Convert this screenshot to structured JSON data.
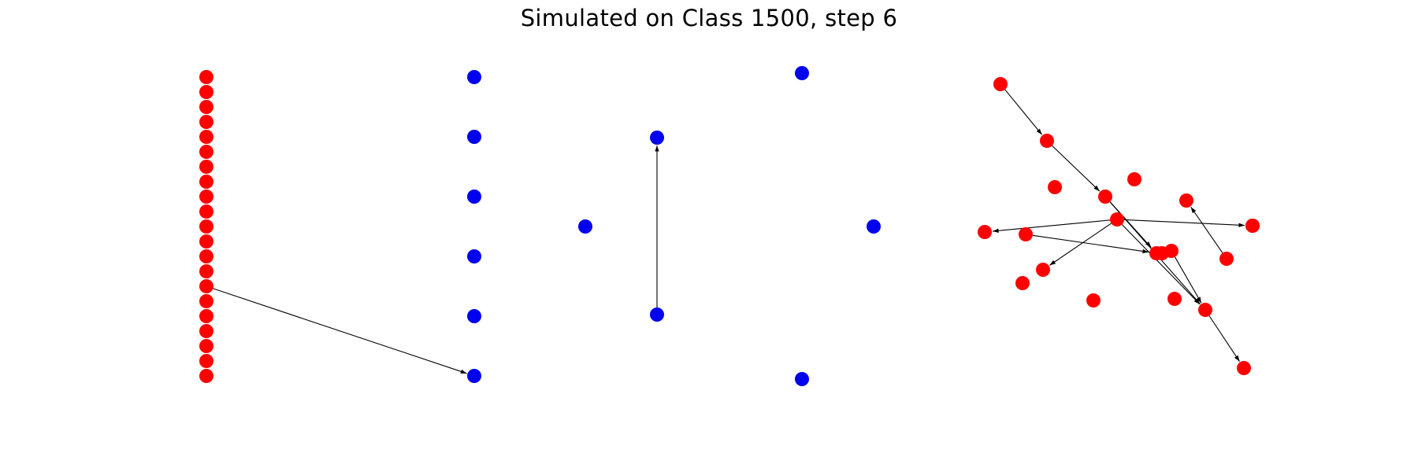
{
  "title": "Simulated on Class 1500, step 6",
  "colors": {
    "red": "#ff0000",
    "blue": "#0000ee",
    "edge": "#000000"
  },
  "nodes": [
    {
      "id": "r0",
      "color": "red"
    },
    {
      "id": "r1",
      "color": "red"
    },
    {
      "id": "r2",
      "color": "red"
    },
    {
      "id": "r3",
      "color": "red"
    },
    {
      "id": "r4",
      "color": "red"
    },
    {
      "id": "r5",
      "color": "red"
    },
    {
      "id": "r6",
      "color": "red"
    },
    {
      "id": "r7",
      "color": "red"
    },
    {
      "id": "r8",
      "color": "red"
    },
    {
      "id": "r9",
      "color": "red"
    },
    {
      "id": "r10",
      "color": "red"
    },
    {
      "id": "r11",
      "color": "red"
    },
    {
      "id": "r12",
      "color": "red"
    },
    {
      "id": "r13",
      "color": "red"
    },
    {
      "id": "r14",
      "color": "red"
    },
    {
      "id": "r15",
      "color": "red"
    },
    {
      "id": "r16",
      "color": "red"
    },
    {
      "id": "r17",
      "color": "red"
    },
    {
      "id": "r18",
      "color": "red"
    },
    {
      "id": "r19",
      "color": "red"
    },
    {
      "id": "r20",
      "color": "red"
    },
    {
      "id": "b0",
      "color": "blue"
    },
    {
      "id": "b1",
      "color": "blue"
    },
    {
      "id": "b2",
      "color": "blue"
    },
    {
      "id": "b3",
      "color": "blue"
    },
    {
      "id": "b4",
      "color": "blue"
    },
    {
      "id": "b5",
      "color": "blue"
    },
    {
      "id": "c0",
      "color": "blue"
    },
    {
      "id": "c1",
      "color": "blue"
    },
    {
      "id": "c2",
      "color": "blue"
    },
    {
      "id": "d0",
      "color": "blue"
    },
    {
      "id": "d1",
      "color": "blue"
    },
    {
      "id": "d2",
      "color": "blue"
    },
    {
      "id": "g0",
      "color": "red"
    },
    {
      "id": "g1",
      "color": "red"
    },
    {
      "id": "g2",
      "color": "red"
    },
    {
      "id": "g3",
      "color": "red"
    },
    {
      "id": "g4",
      "color": "red"
    },
    {
      "id": "g5",
      "color": "red"
    },
    {
      "id": "g6",
      "color": "red"
    },
    {
      "id": "g7",
      "color": "red"
    },
    {
      "id": "g8",
      "color": "red"
    },
    {
      "id": "g9",
      "color": "red"
    },
    {
      "id": "g10",
      "color": "red"
    },
    {
      "id": "g11",
      "color": "red"
    },
    {
      "id": "g12",
      "color": "red"
    },
    {
      "id": "g13",
      "color": "red"
    },
    {
      "id": "g14",
      "color": "red"
    },
    {
      "id": "g15",
      "color": "red"
    },
    {
      "id": "g16",
      "color": "red"
    },
    {
      "id": "g17",
      "color": "red"
    },
    {
      "id": "g18",
      "color": "red"
    },
    {
      "id": "g19",
      "color": "red"
    },
    {
      "id": "g20",
      "color": "red"
    }
  ],
  "edges": [
    {
      "from": "r14",
      "to": "b5"
    },
    {
      "from": "c2",
      "to": "c1"
    },
    {
      "from": "g0",
      "to": "g1"
    },
    {
      "from": "g1",
      "to": "g4"
    },
    {
      "from": "g4",
      "to": "g12"
    },
    {
      "from": "g4",
      "to": "g16"
    },
    {
      "from": "g7",
      "to": "g8"
    },
    {
      "from": "g7",
      "to": "g9"
    },
    {
      "from": "g7",
      "to": "g14"
    },
    {
      "from": "g7",
      "to": "g16"
    },
    {
      "from": "g10",
      "to": "g12"
    },
    {
      "from": "g13",
      "to": "g16"
    },
    {
      "from": "g11",
      "to": "g5"
    },
    {
      "from": "g16",
      "to": "g20"
    }
  ]
}
